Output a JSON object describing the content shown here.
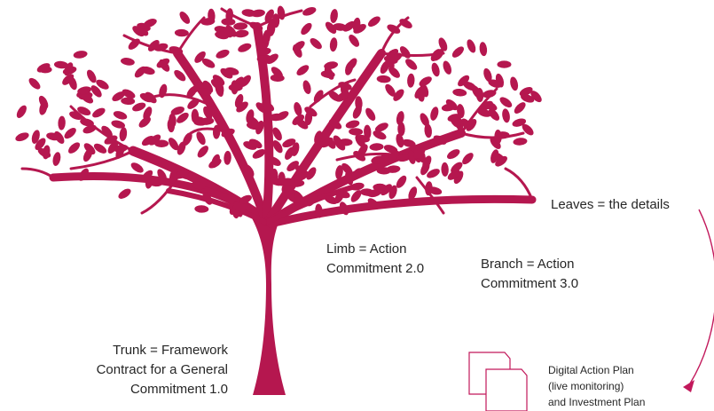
{
  "colors": {
    "tree": "#b5174f",
    "text": "#262626",
    "arrow": "#c2185b",
    "doc_outline": "#c2185b"
  },
  "icons": {
    "tree": "tree-silhouette",
    "document": "stacked-documents-icon",
    "arrow": "curved-arrow"
  },
  "labels": {
    "trunk": [
      "Trunk = Framework",
      "Contract for a General",
      "Commitment 1.0"
    ],
    "limb": [
      "Limb = Action",
      "Commitment 2.0"
    ],
    "branch": [
      "Branch = Action",
      "Commitment 3.0"
    ],
    "leaves": "Leaves = the details",
    "plan": [
      "Digital Action Plan",
      "(live monitoring)",
      "and Investment Plan"
    ]
  }
}
